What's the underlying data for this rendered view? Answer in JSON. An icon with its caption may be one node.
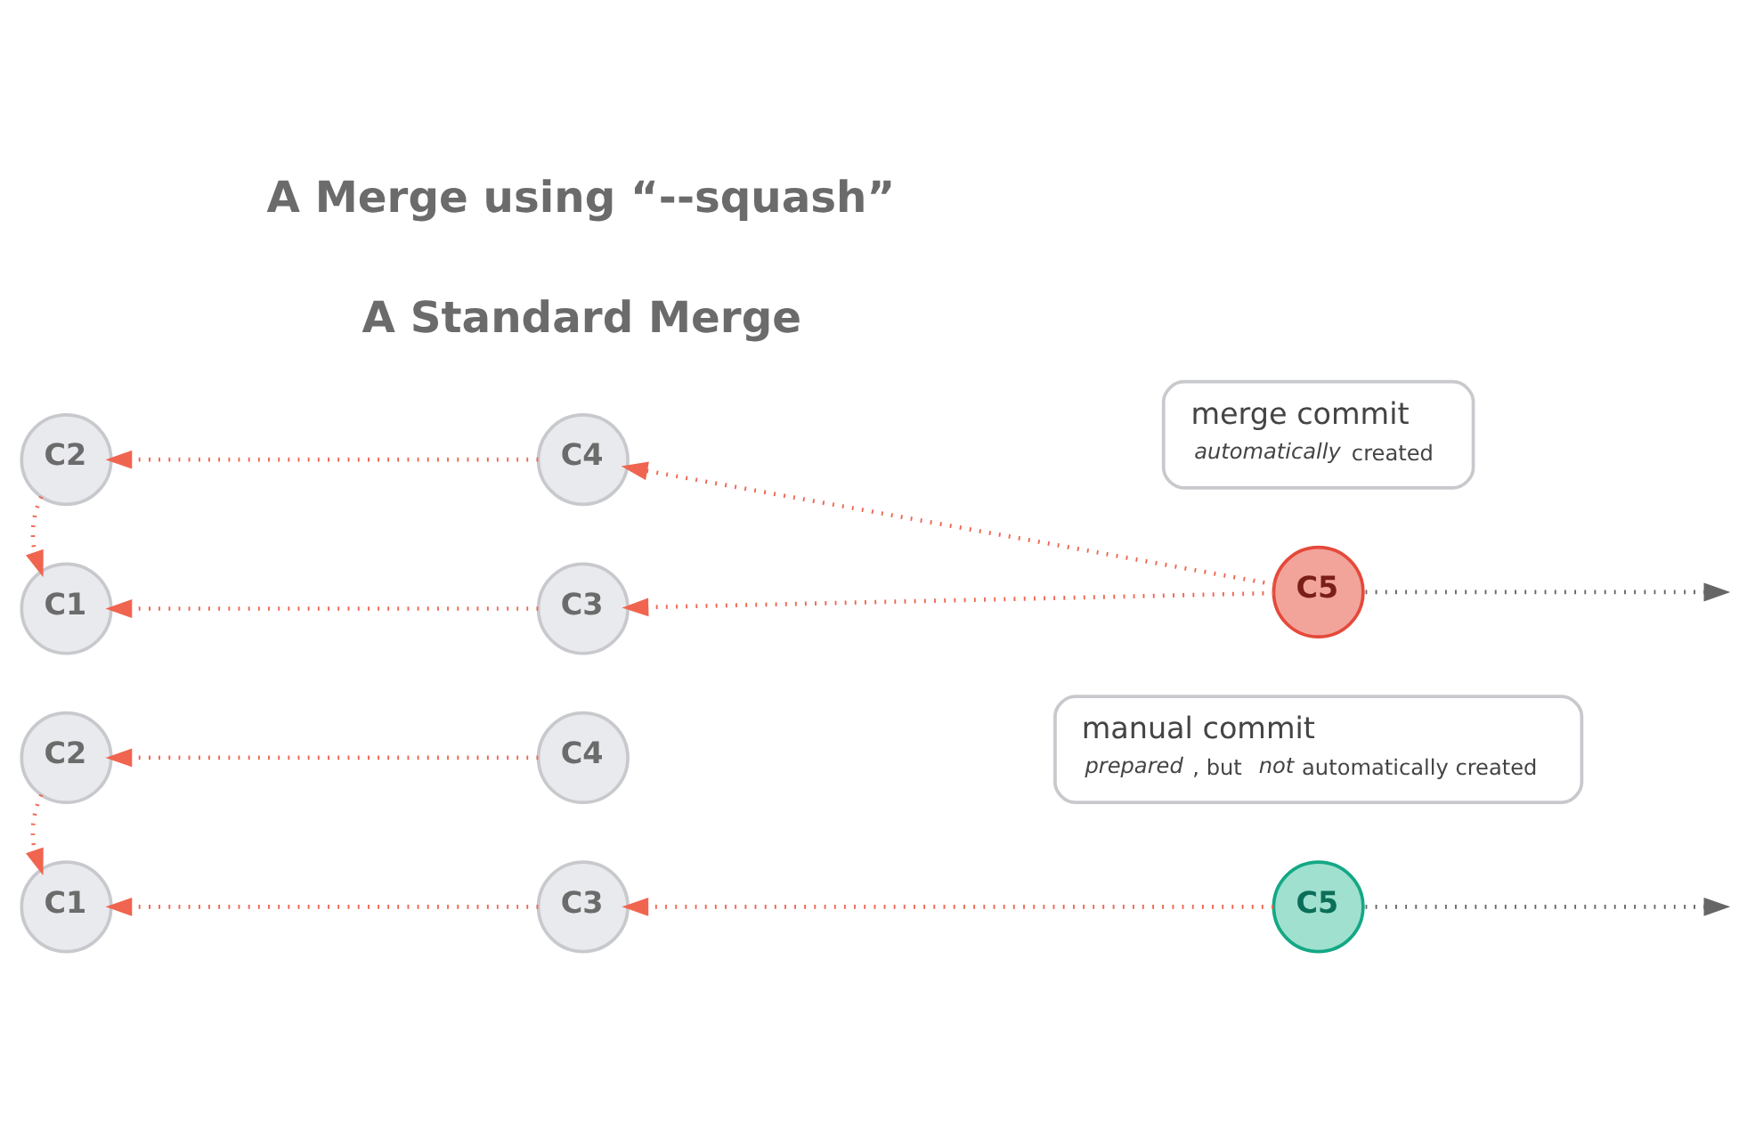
{
  "diagram": {
    "nodes": [
      {
        "text": [
          "C2"
        ]
      },
      {
        "text": [
          "C4"
        ]
      },
      {
        "text": [
          "merge commit",
          "*automatically* created"
        ]
      },
      {
        "text": [
          "C1"
        ]
      },
      {
        "text": [
          "C3"
        ]
      },
      {
        "text": [
          "C5"
        ]
      },
      {
        "text": [
          "C2"
        ]
      },
      {
        "text": [
          "C4"
        ]
      },
      {
        "text": [
          "manual commit",
          "*prepared*, but *not* automatically created"
        ]
      },
      {
        "text": [
          "C1"
        ]
      },
      {
        "text": [
          "C3"
        ]
      },
      {
        "text": [
          "C5"
        ]
      }
    ],
    "edges": [
      {
        "from": 1,
        "to": 0,
        "arrow": "to"
      },
      {
        "from": 0,
        "to": 3,
        "arrow": "to"
      },
      {
        "from": 5,
        "to": 1,
        "arrow": "to"
      },
      {
        "from": 4,
        "to": 3,
        "arrow": "to"
      },
      {
        "from": 5,
        "to": 4,
        "arrow": "to"
      },
      {
        "from": 5,
        "to": null,
        "arrow": "to",
        "color": "#666666"
      },
      {
        "from": 7,
        "to": 6,
        "arrow": "to"
      },
      {
        "from": 6,
        "to": 9,
        "arrow": "to"
      },
      {
        "from": 10,
        "to": 9,
        "arrow": "to"
      },
      {
        "from": 11,
        "to": 10,
        "arrow": "to"
      },
      {
        "from": 11,
        "to": null,
        "arrow": "to",
        "color": "#666666"
      }
    ],
    "labels": [
      "A Standard Merge",
      "A Merge using “--squash”"
    ]
  }
}
